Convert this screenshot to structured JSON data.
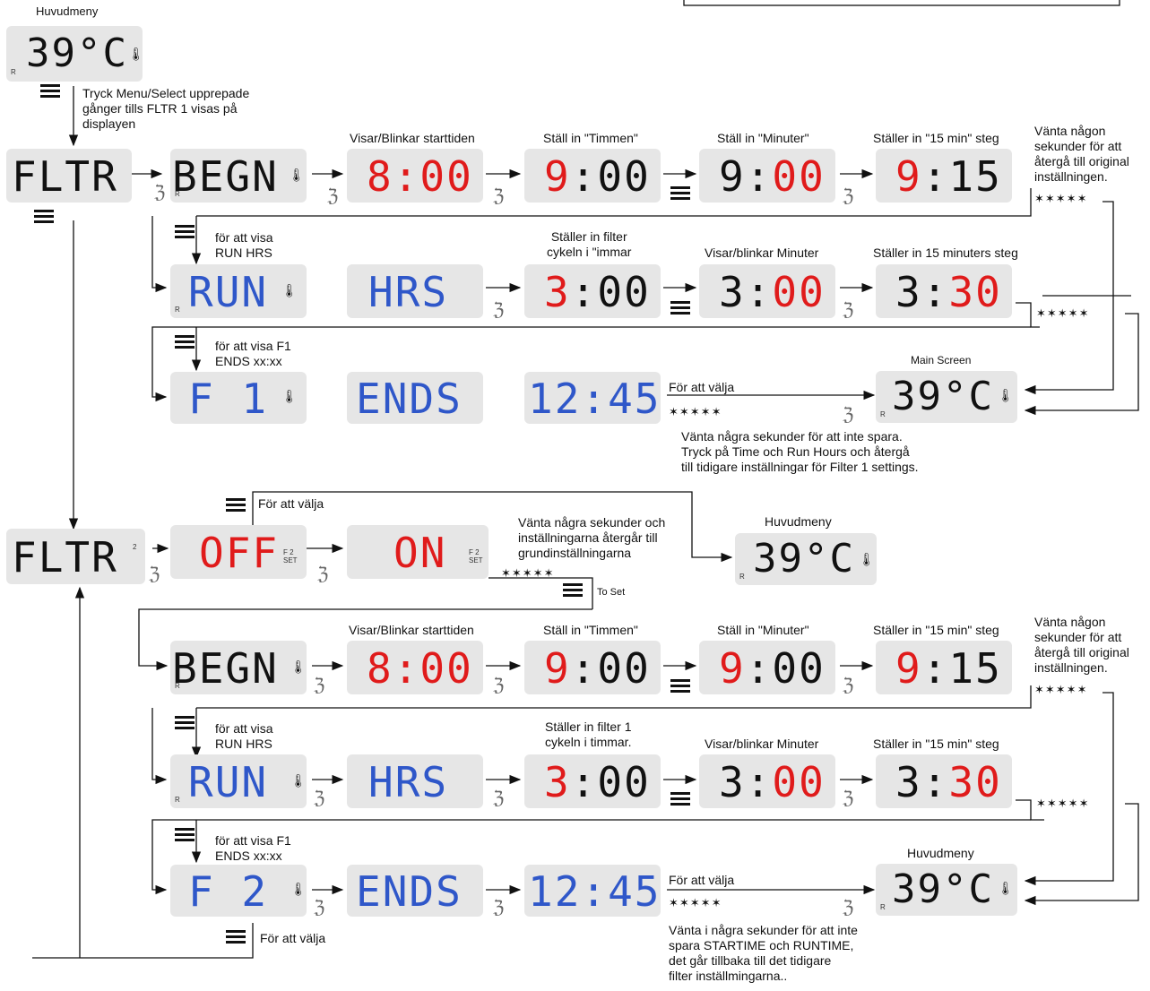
{
  "top_box_present": true,
  "main_menu_label": "Huvudmeny",
  "main_menu_display": "39°C",
  "r_mark": "R",
  "instr_press_menu": "Tryck Menu/Select upprepade\ngånger tills FLTR 1 visas på\ndisplayen",
  "filter1": {
    "fltr": "FLTR",
    "begn": "BEGN",
    "hdr_start": "Visar/Blinkar starttiden",
    "hdr_hour": "Ställ in \"Timmen\"",
    "hdr_min": "Ställ in \"Minuter\"",
    "hdr_15": "Ställer in \"15 min\" steg",
    "wait_orig": "Vänta någon\nsekunder för att\nåtergå till original\ninställningen.",
    "t1": "8:00",
    "t2_h": "9",
    "t2_m": ":00",
    "t3_h": "9:",
    "t3_m": "00",
    "t4_h": "9",
    "t4_m": ":15",
    "to_show_run": "för att visa\nRUN HRS",
    "run": "RUN",
    "hrs": "HRS",
    "hdr_cycle": "Ställer in filter\ncykeln i \"immar",
    "hdr_blink_min": "Visar/blinkar Minuter",
    "hdr_15b": "Ställer in 15 minuters steg",
    "r1_h": "3",
    "r1_m": ":00",
    "r2_h": "3:",
    "r2_m": "00",
    "r3_h": "3:",
    "r3_m": "30",
    "to_show_f1": "för att visa F1\nENDS xx:xx",
    "f": "F 1",
    "ends": "ENDS",
    "end_time": "12:45",
    "to_select": "För att välja",
    "main_screen": "Main Screen",
    "wait_nosave": "Vänta några sekunder för att inte spara.\nTryck på Time och Run Hours och återgå\ntill tidigare inställningar för Filter 1 settings."
  },
  "filter2": {
    "fltr": "FLTR",
    "sup": "2",
    "to_select": "För att välja",
    "off": "OFF",
    "on": "ON",
    "f2set": "F 2\nSET",
    "wait_revert": "Vänta några sekunder och\ninställningarna återgår till\ngrundinställningarna",
    "to_set": "To Set",
    "main_menu_label": "Huvudmeny",
    "begn": "BEGN",
    "hdr_start": "Visar/Blinkar starttiden",
    "hdr_hour": "Ställ in \"Timmen\"",
    "hdr_min": "Ställ in \"Minuter\"",
    "hdr_15": "Ställer in \"15 min\" steg",
    "wait_orig": "Vänta någon\nsekunder för att\nåtergå till original\ninställningen.",
    "t1": "8:00",
    "t2_h": "9",
    "t2_m": ":00",
    "t3_h": "9",
    "t3_m": ":00",
    "t4_h": "9",
    "t4_m": ":15",
    "to_show_run": "för att visa\nRUN HRS",
    "run": "RUN",
    "hrs": "HRS",
    "hdr_cycle": "Ställer in filter 1\ncykeln i timmar.",
    "hdr_blink_min": "Visar/blinkar Minuter",
    "hdr_15b": "Ställer in \"15 min\" steg",
    "r1_h": "3",
    "r1_m": ":00",
    "r2_h": "3:",
    "r2_m": "00",
    "r3_h": "3:",
    "r3_m": "30",
    "to_show_f1": "för att visa F1\nENDS xx:xx",
    "f": "F 2",
    "ends": "ENDS",
    "end_time": "12:45",
    "to_select_end": "För att välja",
    "wait_nosave": "Vänta i några sekunder för att inte\nspara STARTIME och RUNTIME,\ndet går tillbaka till det tidigare\nfilter inställmingarna..",
    "to_select_bottom": "För att välja"
  },
  "stars": "✶✶✶✶✶",
  "colors": {
    "lcd_bg": "#e6e6e6",
    "red": "#e01b1b",
    "blue": "#2f57c9",
    "black": "#111111"
  }
}
